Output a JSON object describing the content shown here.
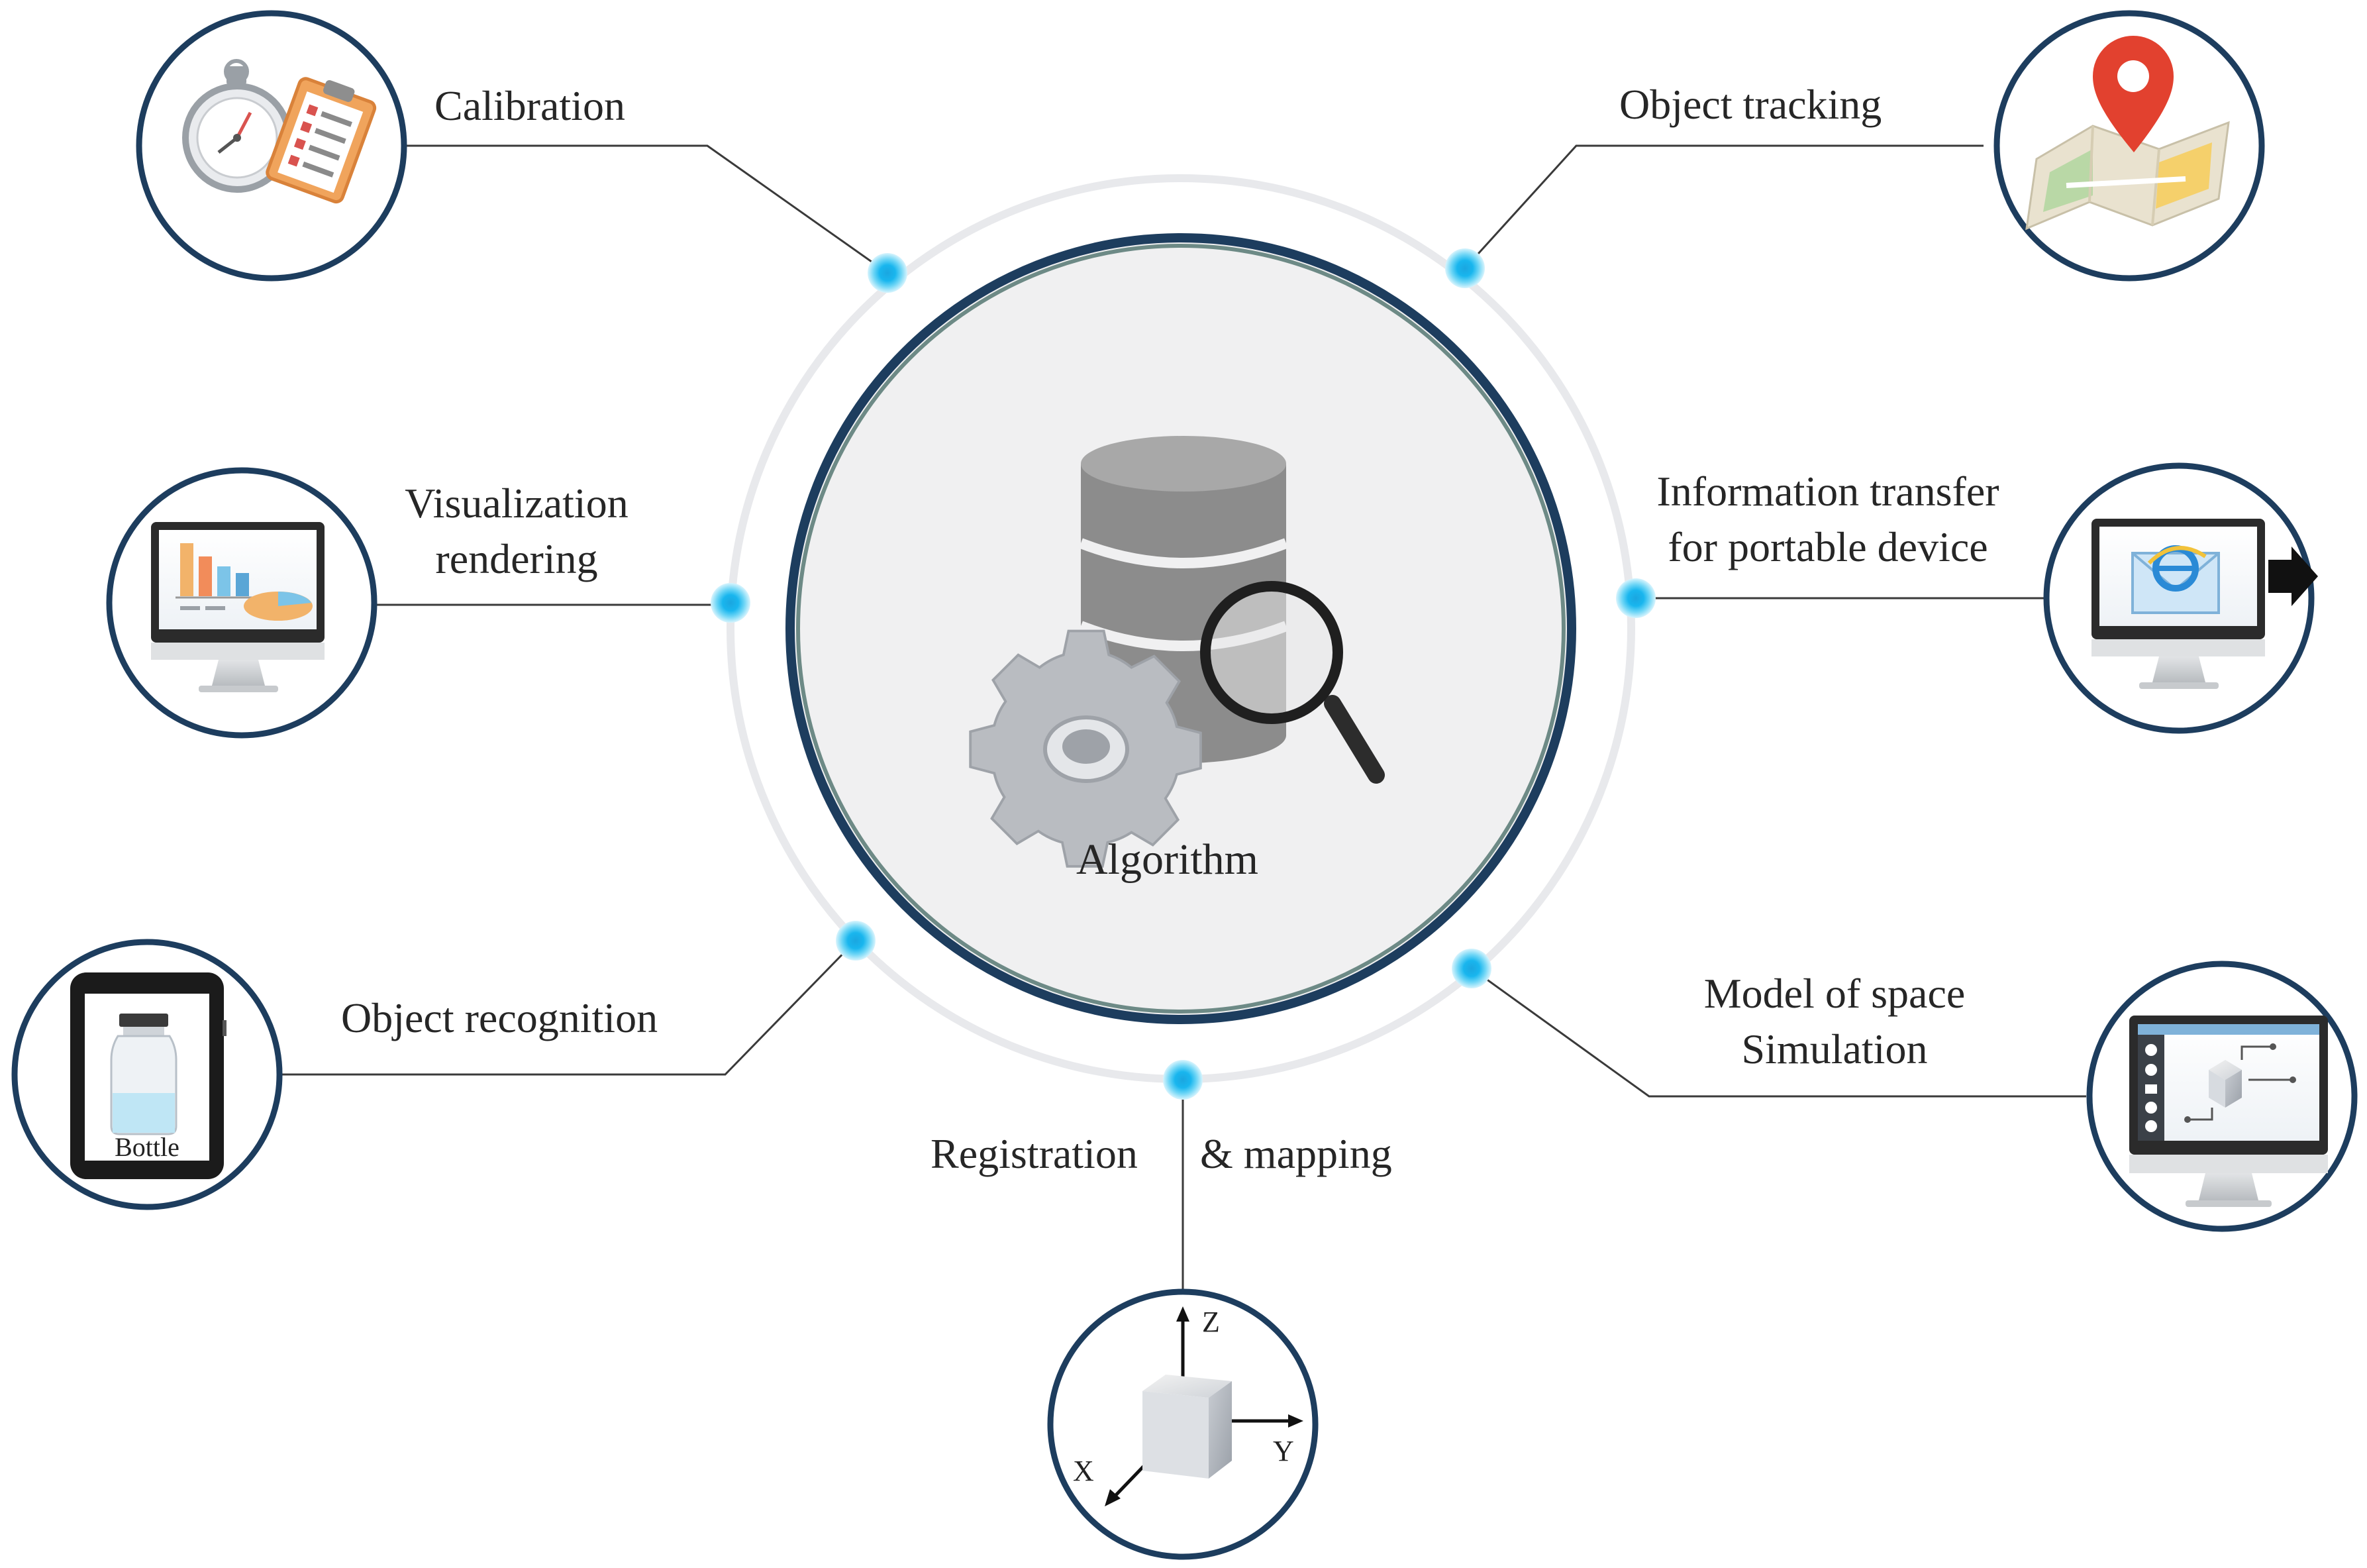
{
  "diagram": {
    "center": {
      "label": "Algorithm",
      "icon": "database-gear-magnifier-icon"
    },
    "nodes": [
      {
        "id": "calibration",
        "lines": [
          "Calibration"
        ],
        "icon": "stopwatch-clipboard-icon"
      },
      {
        "id": "object-tracking",
        "lines": [
          "Object tracking"
        ],
        "icon": "map-pin-icon"
      },
      {
        "id": "visualization",
        "lines": [
          "Visualization",
          "rendering"
        ],
        "icon": "monitor-chart-icon"
      },
      {
        "id": "info-transfer",
        "lines": [
          "Information transfer",
          "for portable device"
        ],
        "icon": "monitor-mail-icon"
      },
      {
        "id": "object-recognition",
        "lines": [
          "Object recognition"
        ],
        "icon": "tablet-bottle-icon",
        "inner_text": "Bottle"
      },
      {
        "id": "model-space",
        "lines": [
          "Model of space",
          "Simulation"
        ],
        "icon": "monitor-cube-icon"
      },
      {
        "id": "registration",
        "lines": [
          "Registration",
          "& mapping"
        ],
        "icon": "xyz-axes-cube-icon",
        "axis_labels": [
          "Z",
          "Y",
          "X"
        ]
      }
    ]
  }
}
